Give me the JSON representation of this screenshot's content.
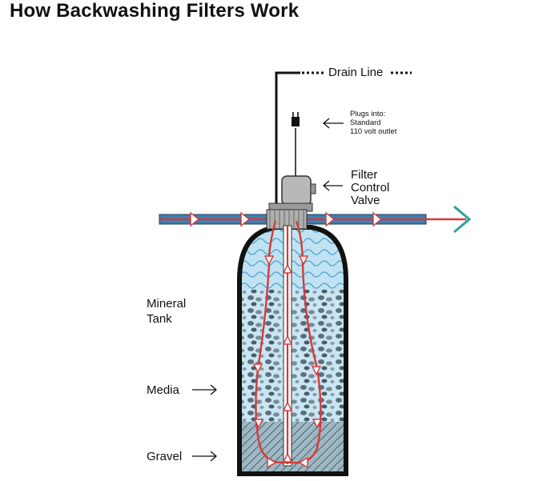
{
  "title": "How Backwashing Filters Work",
  "labels": {
    "drain_line": "Drain Line",
    "plugs_line1": "Plugs into:",
    "plugs_line2": "Standard",
    "plugs_line3": "110 volt outlet",
    "valve_line1": "Filter",
    "valve_line2": "Control",
    "valve_line3": "Valve",
    "tank_line1": "Mineral",
    "tank_line2": "Tank",
    "media": "Media",
    "gravel": "Gravel"
  },
  "colors": {
    "pipe_blue": "#3f7fb0",
    "flow_red": "#d63a3a",
    "outlet_arrow": "#2aa0a0",
    "water": "#bfe3f2",
    "valve_gray": "#b8b8b8"
  }
}
